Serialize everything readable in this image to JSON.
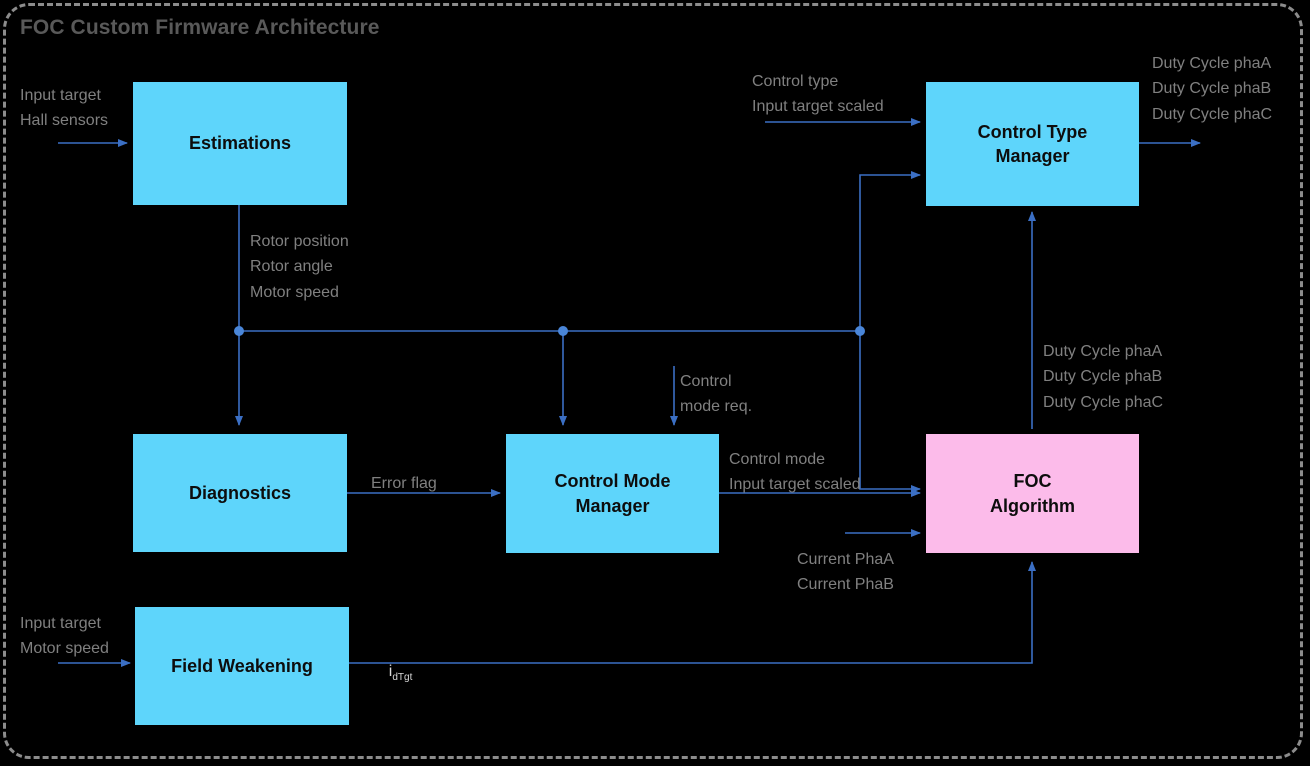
{
  "diagram": {
    "title": "FOC Custom Firmware Architecture",
    "frame_border_color": "#8c8c8c",
    "background_color": "#000000",
    "wire_color": "#3b6fc4",
    "junction_color": "#4a86d8",
    "label_color": "#808080",
    "block_text_color": "#0d0d0d"
  },
  "blocks": [
    {
      "id": "estimations",
      "label": "Estimations",
      "color": "#5ed5fb"
    },
    {
      "id": "control-type-manager",
      "label": "Control Type\nManager",
      "color": "#5ed5fb"
    },
    {
      "id": "diagnostics",
      "label": "Diagnostics",
      "color": "#5ed5fb"
    },
    {
      "id": "control-mode-manager",
      "label": "Control Mode\nManager",
      "color": "#5ed5fb"
    },
    {
      "id": "foc-algorithm",
      "label": "FOC\nAlgorithm",
      "color": "#fcbbea"
    },
    {
      "id": "field-weakening",
      "label": "Field Weakening",
      "color": "#5ed5fb"
    }
  ],
  "labels": {
    "estimations_in": "Input target\nHall sensors",
    "estimations_out": "Rotor position\nRotor angle\nMotor speed",
    "control_type_in": "Control type\nInput target scaled",
    "control_type_out": "Duty Cycle phaA\nDuty Cycle phaB\nDuty Cycle phaC",
    "foc_to_ctm": "Duty Cycle phaA\nDuty Cycle phaB\nDuty Cycle phaC",
    "control_mode_req": "Control\nmode req.",
    "error_flag": "Error flag",
    "cmm_to_foc": "Control mode\nInput target scaled",
    "current_in": "Current PhaA\nCurrent PhaB",
    "field_weakening_in": "Input target\nMotor speed",
    "id_tgt_main": "i",
    "id_tgt_sub": "dTgt"
  }
}
